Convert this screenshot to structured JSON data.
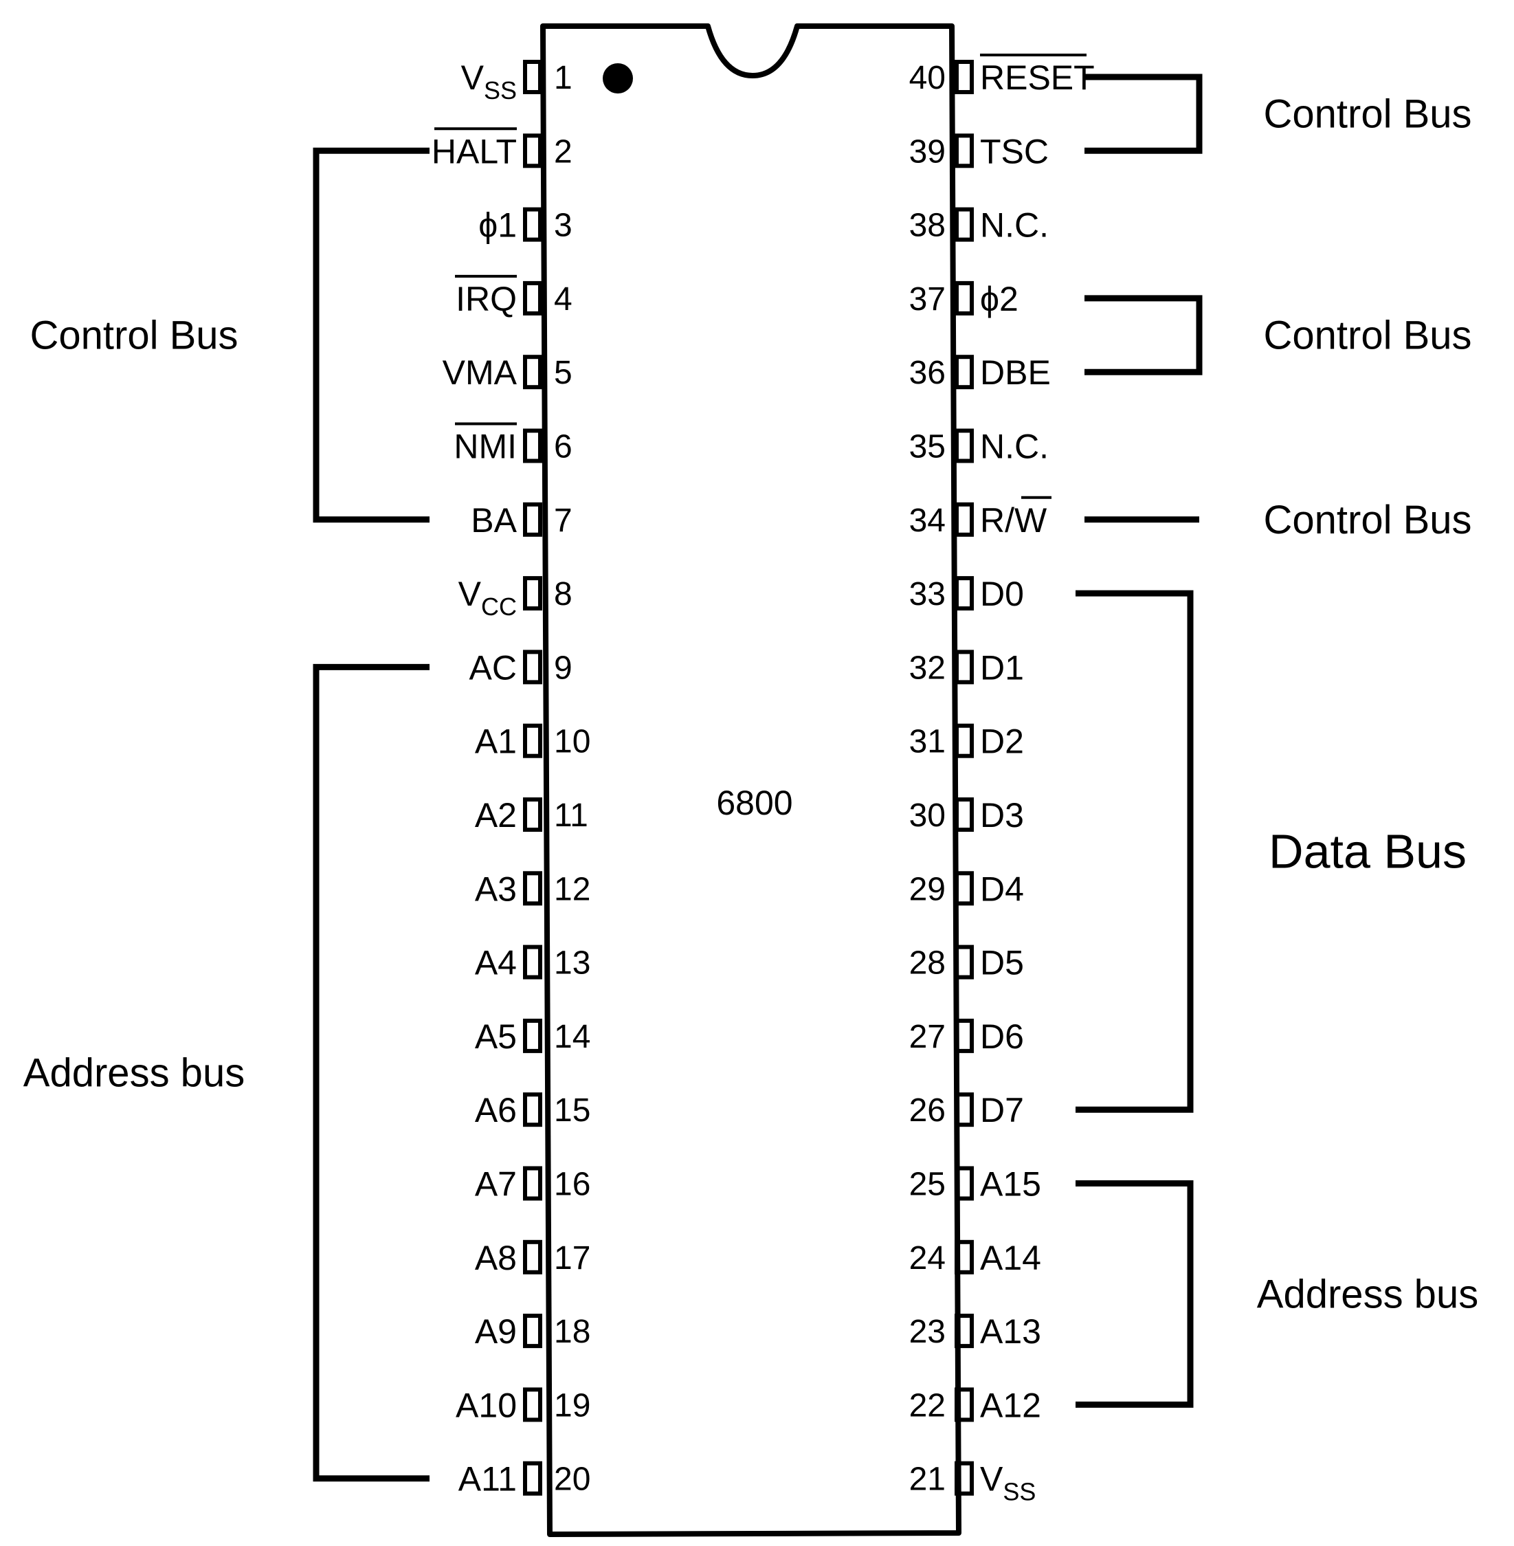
{
  "chip": {
    "name": "6800"
  },
  "left_pins": [
    {
      "num": "1",
      "label": "V",
      "sub": "SS",
      "overline": false
    },
    {
      "num": "2",
      "label": "HALT",
      "overline": true
    },
    {
      "num": "3",
      "label": "ϕ1",
      "overline": false
    },
    {
      "num": "4",
      "label": "IRQ",
      "overline": true
    },
    {
      "num": "5",
      "label": "VMA",
      "overline": false
    },
    {
      "num": "6",
      "label": "NMI",
      "overline": true
    },
    {
      "num": "7",
      "label": "BA",
      "overline": false
    },
    {
      "num": "8",
      "label": "V",
      "sub": "CC",
      "overline": false
    },
    {
      "num": "9",
      "label": "AC",
      "overline": false
    },
    {
      "num": "10",
      "label": "A1",
      "overline": false
    },
    {
      "num": "11",
      "label": "A2",
      "overline": false
    },
    {
      "num": "12",
      "label": "A3",
      "overline": false
    },
    {
      "num": "13",
      "label": "A4",
      "overline": false
    },
    {
      "num": "14",
      "label": "A5",
      "overline": false
    },
    {
      "num": "15",
      "label": "A6",
      "overline": false
    },
    {
      "num": "16",
      "label": "A7",
      "overline": false
    },
    {
      "num": "17",
      "label": "A8",
      "overline": false
    },
    {
      "num": "18",
      "label": "A9",
      "overline": false
    },
    {
      "num": "19",
      "label": "A10",
      "overline": false
    },
    {
      "num": "20",
      "label": "A11",
      "overline": false
    }
  ],
  "right_pins": [
    {
      "num": "40",
      "label": "RESET",
      "overline": true
    },
    {
      "num": "39",
      "label": "TSC",
      "overline": false
    },
    {
      "num": "38",
      "label": "N.C.",
      "overline": false
    },
    {
      "num": "37",
      "label": "ϕ2",
      "overline": false
    },
    {
      "num": "36",
      "label": "DBE",
      "overline": false
    },
    {
      "num": "35",
      "label": "N.C.",
      "overline": false
    },
    {
      "num": "34",
      "label": "R/",
      "label2": "W",
      "overline2": true
    },
    {
      "num": "33",
      "label": "D0",
      "overline": false
    },
    {
      "num": "32",
      "label": "D1",
      "overline": false
    },
    {
      "num": "31",
      "label": "D2",
      "overline": false
    },
    {
      "num": "30",
      "label": "D3",
      "overline": false
    },
    {
      "num": "29",
      "label": "D4",
      "overline": false
    },
    {
      "num": "28",
      "label": "D5",
      "overline": false
    },
    {
      "num": "27",
      "label": "D6",
      "overline": false
    },
    {
      "num": "26",
      "label": "D7",
      "overline": false
    },
    {
      "num": "25",
      "label": "A15",
      "overline": false
    },
    {
      "num": "24",
      "label": "A14",
      "overline": false
    },
    {
      "num": "23",
      "label": "A13",
      "overline": false
    },
    {
      "num": "22",
      "label": "A12",
      "overline": false
    },
    {
      "num": "21",
      "label": "V",
      "sub": "SS",
      "overline": false
    }
  ],
  "bus_groups": [
    {
      "side": "left",
      "label": "Control Bus",
      "from": 2,
      "to": 7
    },
    {
      "side": "left",
      "label": "Address bus",
      "from": 9,
      "to": 20
    },
    {
      "side": "right",
      "label": "Control Bus",
      "from": 40,
      "to": 39
    },
    {
      "side": "right",
      "label": "Control Bus",
      "from": 37,
      "to": 36
    },
    {
      "side": "right",
      "label": "Control Bus",
      "from": 34,
      "to": 34
    },
    {
      "side": "right",
      "label": "Data Bus",
      "from": 33,
      "to": 26
    },
    {
      "side": "right",
      "label": "Address bus",
      "from": 25,
      "to": 22
    }
  ]
}
